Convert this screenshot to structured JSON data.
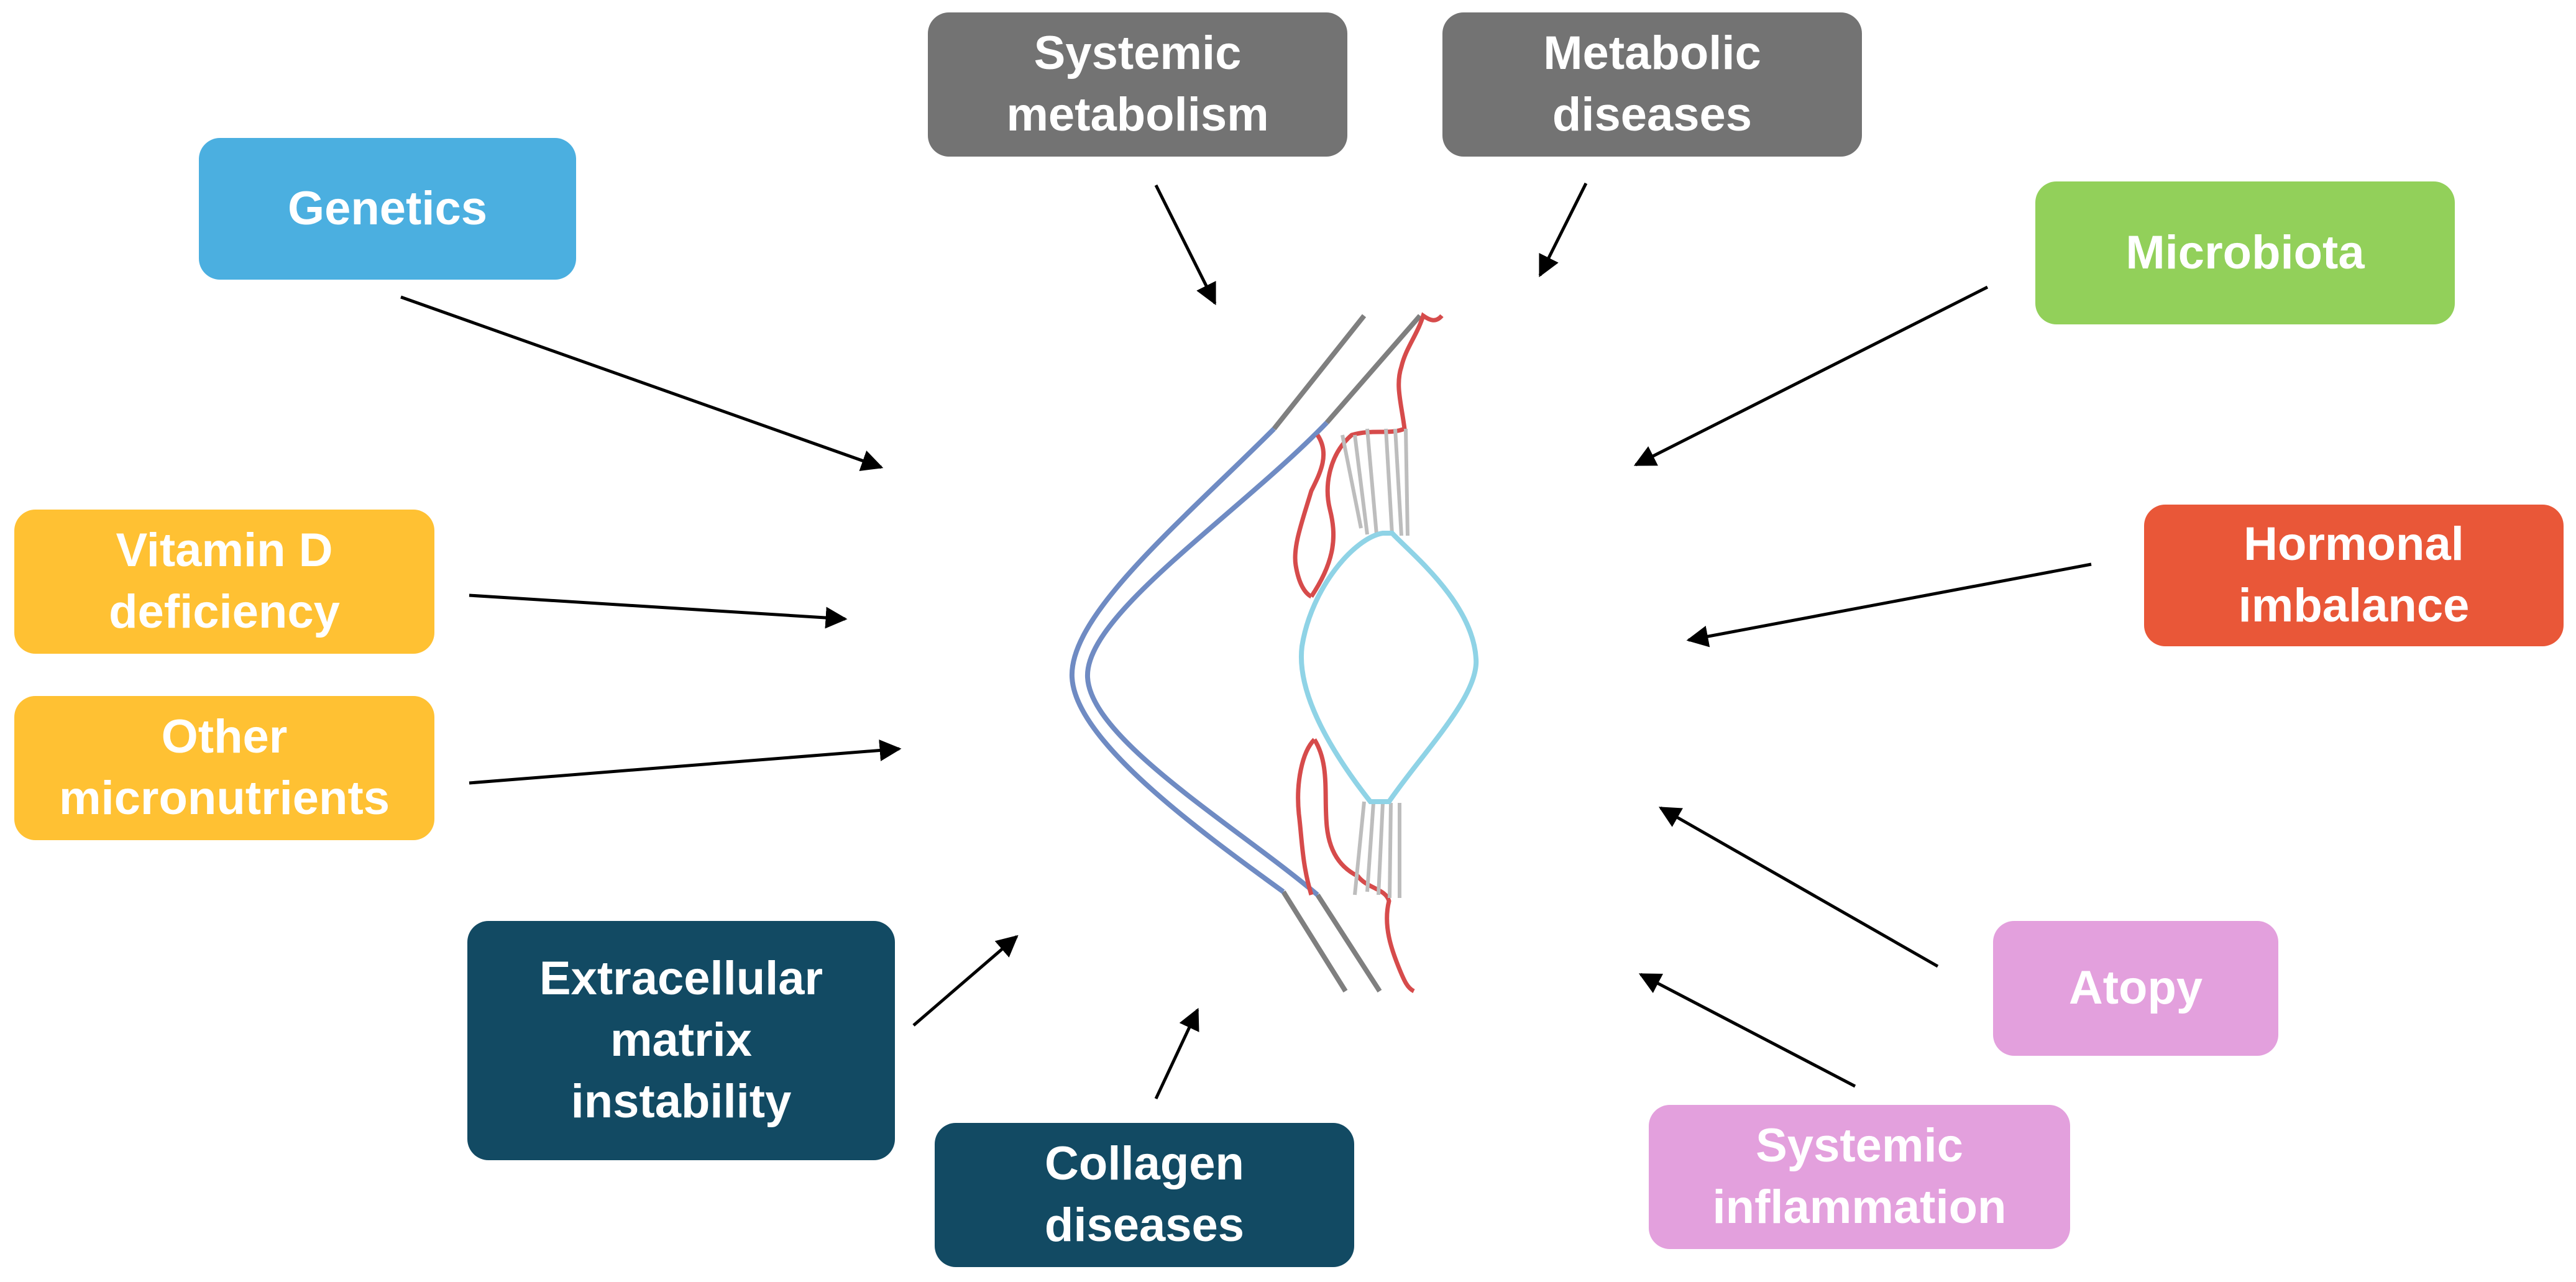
{
  "colors": {
    "genetics": "#4BAFE0",
    "nutrition": "#FFC133",
    "metabolism": "#737373",
    "microbiota": "#92D05A",
    "hormonal": "#E95738",
    "allergy_inflammation": "#E3A0DD",
    "extracellular_collagen": "#124A63",
    "arrow": "#000000",
    "eye_outer_wall": "#7F7F7F",
    "eye_cornea": "#6F8BC3",
    "eye_red_tissue": "#D64B4B",
    "eye_zonule": "#BDBDBD",
    "eye_lens": "#8FD3E6"
  },
  "factors": {
    "genetics": [
      "Genetics"
    ],
    "vitamin_d": [
      "Vitamin D",
      "deficiency"
    ],
    "micronutrients": [
      "Other",
      "micronutrients"
    ],
    "systemic_metabolism": [
      "Systemic",
      "metabolism"
    ],
    "metabolic_diseases": [
      "Metabolic",
      "diseases"
    ],
    "microbiota": [
      "Microbiota"
    ],
    "hormonal": [
      "Hormonal",
      "imbalance"
    ],
    "atopy": [
      "Atopy"
    ],
    "systemic_inflammation": [
      "Systemic",
      "inflammation"
    ],
    "collagen": [
      "Collagen",
      "diseases"
    ],
    "ecm": [
      "Extracellular",
      "matrix",
      "instability"
    ]
  }
}
